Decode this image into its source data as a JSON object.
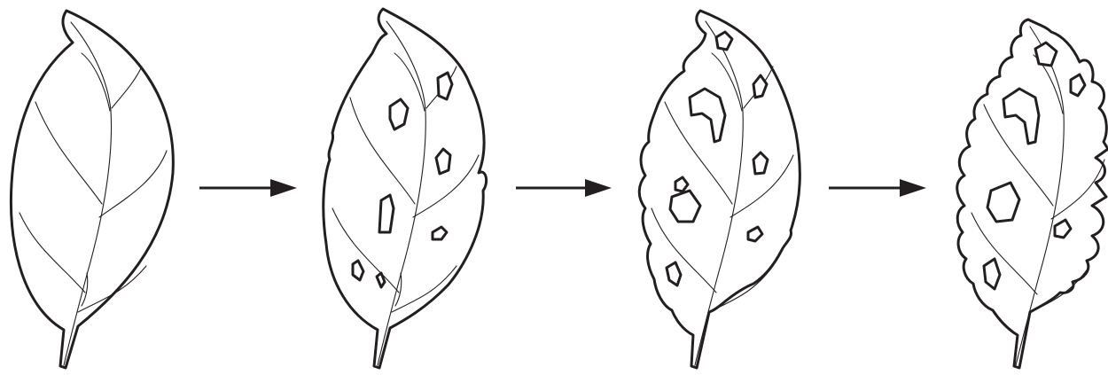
{
  "diagram": {
    "stages": [
      {
        "name": "healthy-leaf",
        "damage": "none",
        "hole_count": 0
      },
      {
        "name": "slightly-eaten-leaf",
        "damage": "light",
        "hole_count": 7
      },
      {
        "name": "moderately-eaten-leaf",
        "damage": "moderate",
        "hole_count": 8
      },
      {
        "name": "heavily-eaten-leaf",
        "damage": "severe",
        "hole_count": 6
      }
    ],
    "connectors": [
      "arrow",
      "arrow",
      "arrow"
    ],
    "colors": {
      "line": "#231f20",
      "background": "#ffffff"
    }
  }
}
